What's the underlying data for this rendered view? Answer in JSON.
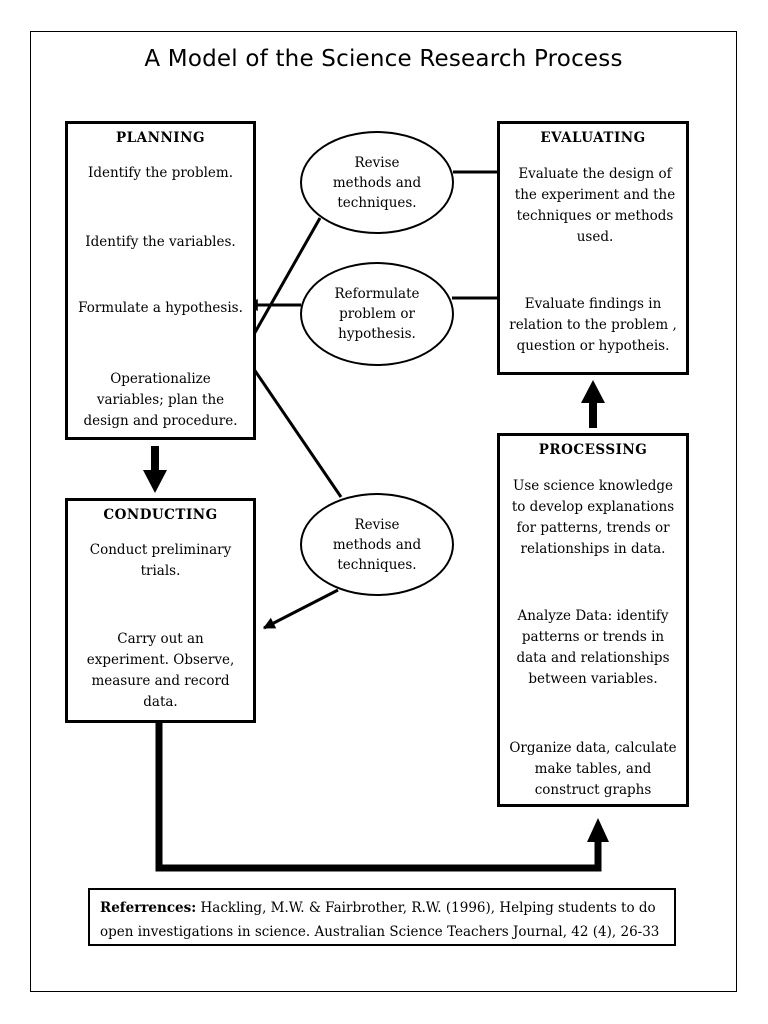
{
  "title": "A Model of the Science Research Process",
  "planning": {
    "heading": "PLANNING",
    "steps": [
      "Identify the problem.",
      "Identify the variables.",
      "Formulate a hypothesis.",
      "Operationalize variables; plan the design and procedure."
    ]
  },
  "conducting": {
    "heading": "CONDUCTING",
    "steps": [
      "Conduct preliminary trials.",
      "Carry out an experiment. Observe, measure and record data."
    ]
  },
  "evaluating": {
    "heading": "EVALUATING",
    "steps": [
      "Evaluate the design of the experiment and the techniques or methods used.",
      "Evaluate findings in relation to the problem , question or hypotheis."
    ]
  },
  "processing": {
    "heading": "PROCESSING",
    "steps": [
      "Use science knowledge to develop explanations for patterns, trends or relationships in data.",
      "Analyze Data: identify patterns or trends in data and relationships between variables.",
      "Organize data, calculate make tables, and construct graphs"
    ]
  },
  "ovals": {
    "revise_top": "Revise methods and techniques.",
    "reformulate": "Reformulate problem or hypothesis.",
    "revise_bottom": "Revise methods and techniques."
  },
  "references": {
    "label": "Referrences:",
    "text": "Hackling, M.W. & Fairbrother, R.W. (1996), Helping students to do open investigations in science. Australian Science Teachers Journal, 42 (4), 26-33"
  }
}
